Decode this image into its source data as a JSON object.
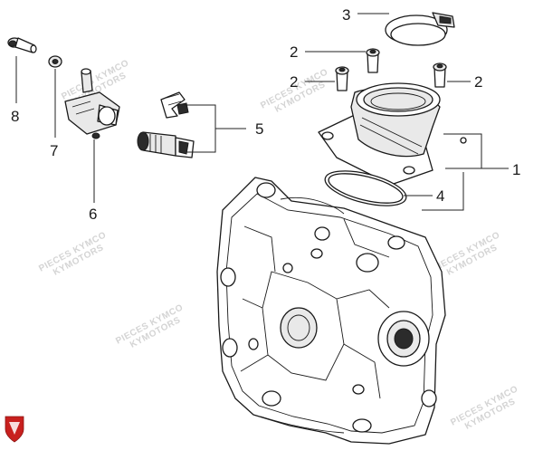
{
  "callouts": [
    {
      "id": "1",
      "label": "1"
    },
    {
      "id": "2a",
      "label": "2"
    },
    {
      "id": "2b",
      "label": "2"
    },
    {
      "id": "2c",
      "label": "2"
    },
    {
      "id": "3",
      "label": "3"
    },
    {
      "id": "4",
      "label": "4"
    },
    {
      "id": "5",
      "label": "5"
    },
    {
      "id": "6",
      "label": "6"
    },
    {
      "id": "7",
      "label": "7"
    },
    {
      "id": "8",
      "label": "8"
    }
  ],
  "watermark": {
    "line1": "PIECES KYMCO",
    "line2": "KYMOTORS"
  },
  "colors": {
    "logo": "#c8201e",
    "line": "#1a1a1a",
    "watermark": "#d4d4d4"
  }
}
